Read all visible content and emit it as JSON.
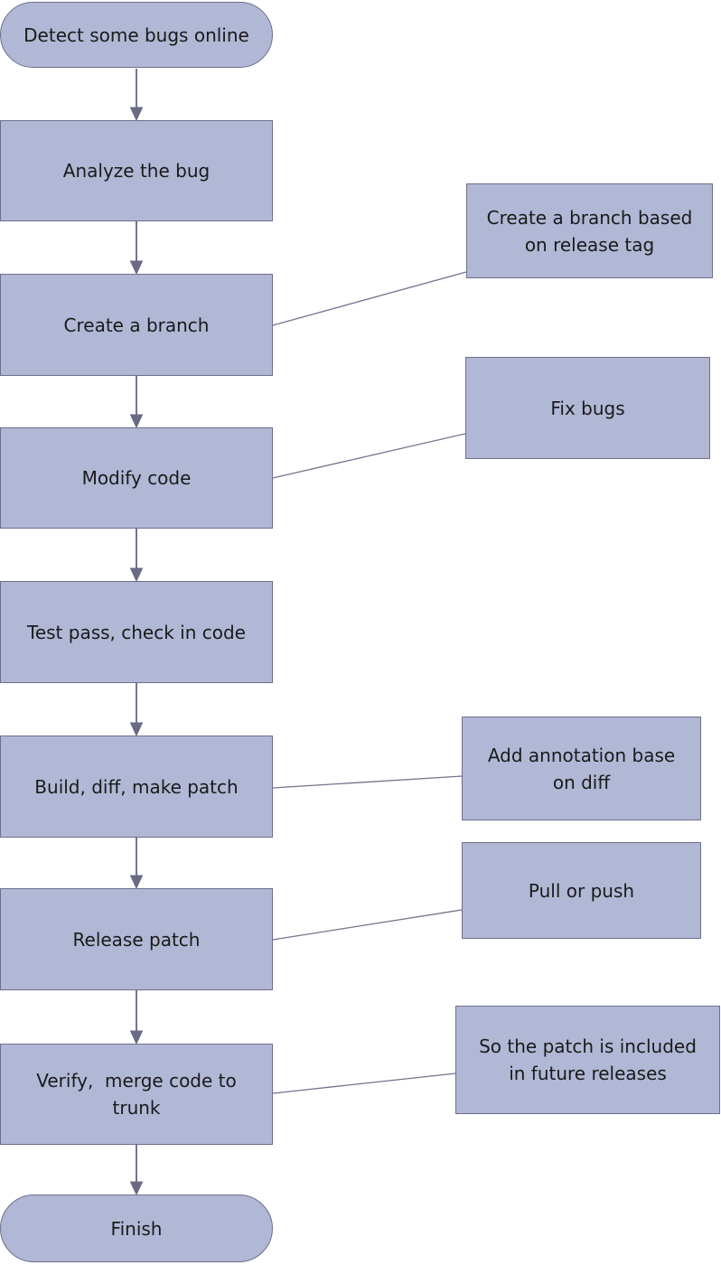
{
  "diagram": {
    "type": "flowchart",
    "title": "Bug fixing / patch release workflow",
    "colors": {
      "node_fill": "#b1b8d6",
      "node_border": "#6e6e8e",
      "connector": "#73738f",
      "arrowhead": "#6a6a85",
      "text": "#1a1a1a",
      "background": "#ffffff"
    },
    "main_flow": [
      {
        "id": "start",
        "shape": "stadium",
        "label": "Detect some bugs online"
      },
      {
        "id": "analyze",
        "shape": "rect",
        "label": "Analyze the bug"
      },
      {
        "id": "create-branch",
        "shape": "rect",
        "label": "Create a branch"
      },
      {
        "id": "modify-code",
        "shape": "rect",
        "label": "Modify code"
      },
      {
        "id": "test-pass",
        "shape": "rect",
        "label": "Test pass, check in code"
      },
      {
        "id": "build-diff",
        "shape": "rect",
        "label": "Build, diff, make patch"
      },
      {
        "id": "release-patch",
        "shape": "rect",
        "label": "Release patch"
      },
      {
        "id": "verify-merge",
        "shape": "rect",
        "label": "Verify,  merge code to\ntrunk"
      },
      {
        "id": "finish",
        "shape": "stadium",
        "label": "Finish"
      }
    ],
    "annotations": [
      {
        "id": "note-branch",
        "attached_to": "create-branch",
        "label": "Create a branch based\non release tag"
      },
      {
        "id": "note-fixbugs",
        "attached_to": "modify-code",
        "label": "Fix bugs"
      },
      {
        "id": "note-annotation",
        "attached_to": "build-diff",
        "label": "Add annotation base\non diff"
      },
      {
        "id": "note-pullpush",
        "attached_to": "release-patch",
        "label": "Pull or push"
      },
      {
        "id": "note-future",
        "attached_to": "verify-merge",
        "label": "So the patch is included\nin future releases"
      }
    ]
  }
}
